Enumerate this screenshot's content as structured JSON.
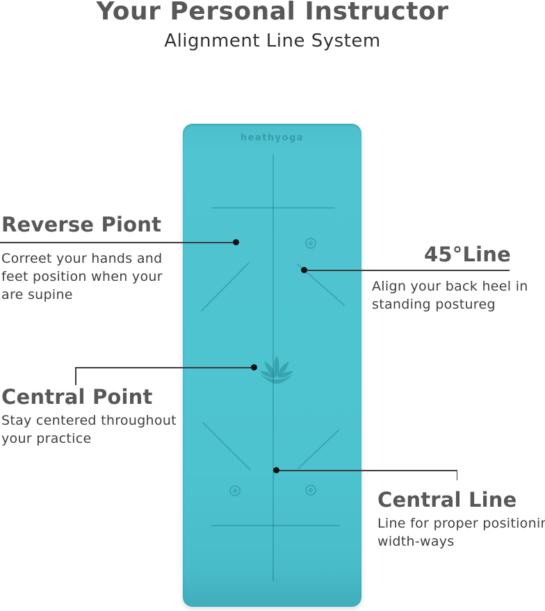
{
  "header": {
    "title": "Your Personal Instructor",
    "subtitle": "Alignment Line System"
  },
  "mat": {
    "brand": "heathyoga",
    "surface_color": "#4dc3cf",
    "marking_color": "rgba(10,92,106,0.28)"
  },
  "callouts": {
    "reverse_point": {
      "heading": "Reverse Piont",
      "body_lines": [
        "Correet your hands and",
        "feet position when your",
        "are supine"
      ]
    },
    "line_45": {
      "heading": "45°Line",
      "body_lines": [
        "Align your back heel in",
        "standing postureg"
      ]
    },
    "central_point": {
      "heading": "Central Point",
      "body_lines": [
        "Stay centered throughout",
        "your practice"
      ]
    },
    "central_line": {
      "heading": "Central Line",
      "body_lines": [
        "Line for proper positioning,",
        "width-ways"
      ]
    }
  },
  "colors": {
    "heading_text": "#58585a",
    "body_text": "#3f4042",
    "connector": "#3c3c3c",
    "background": "#ffffff"
  }
}
